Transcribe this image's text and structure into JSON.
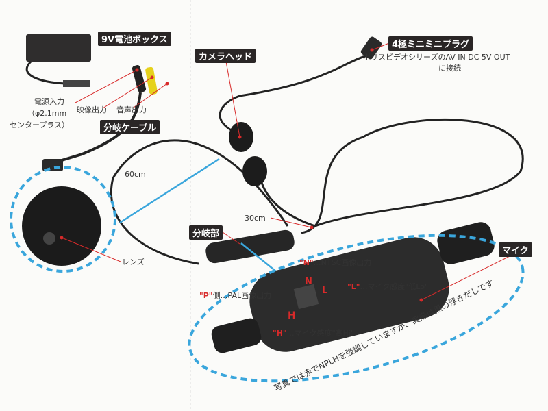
{
  "labels": {
    "battery_box": "9V電池ボックス",
    "plug": "4極ミニミニプラグ",
    "plug_note_1": "ポリスビデオシリーズのAV IN DC 5V OUT",
    "plug_note_2": "に接続",
    "camera_head": "カメラヘッド",
    "power_in_1": "電源入力",
    "power_in_2": "（φ2.1mm",
    "power_in_3": "センタープラス）",
    "video_out": "映像出力",
    "audio_out": "音声出力",
    "branch_cable": "分岐ケーブル",
    "len_60": "60cm",
    "len_30": "30cm",
    "branch_unit": "分岐部",
    "mic": "マイク",
    "lens": "レンズ",
    "n_key": "\"N\"",
    "n_desc": "…NTSC画像出力",
    "p_key": "\"P\"",
    "p_desc": "側…PAL画像出力",
    "l_key": "\"L\"",
    "l_desc": "…マイク感度\"低Lo\"",
    "h_key": "\"H\"",
    "h_desc": "…マイク感度\"高Hi\"",
    "note": "写真では赤でNPLHを強調していますが、実際は黒の浮きだしです"
  },
  "colors": {
    "accent_dashed": "#3aa6dc",
    "leader": "#d82a2a",
    "chip": "#2a2626"
  }
}
